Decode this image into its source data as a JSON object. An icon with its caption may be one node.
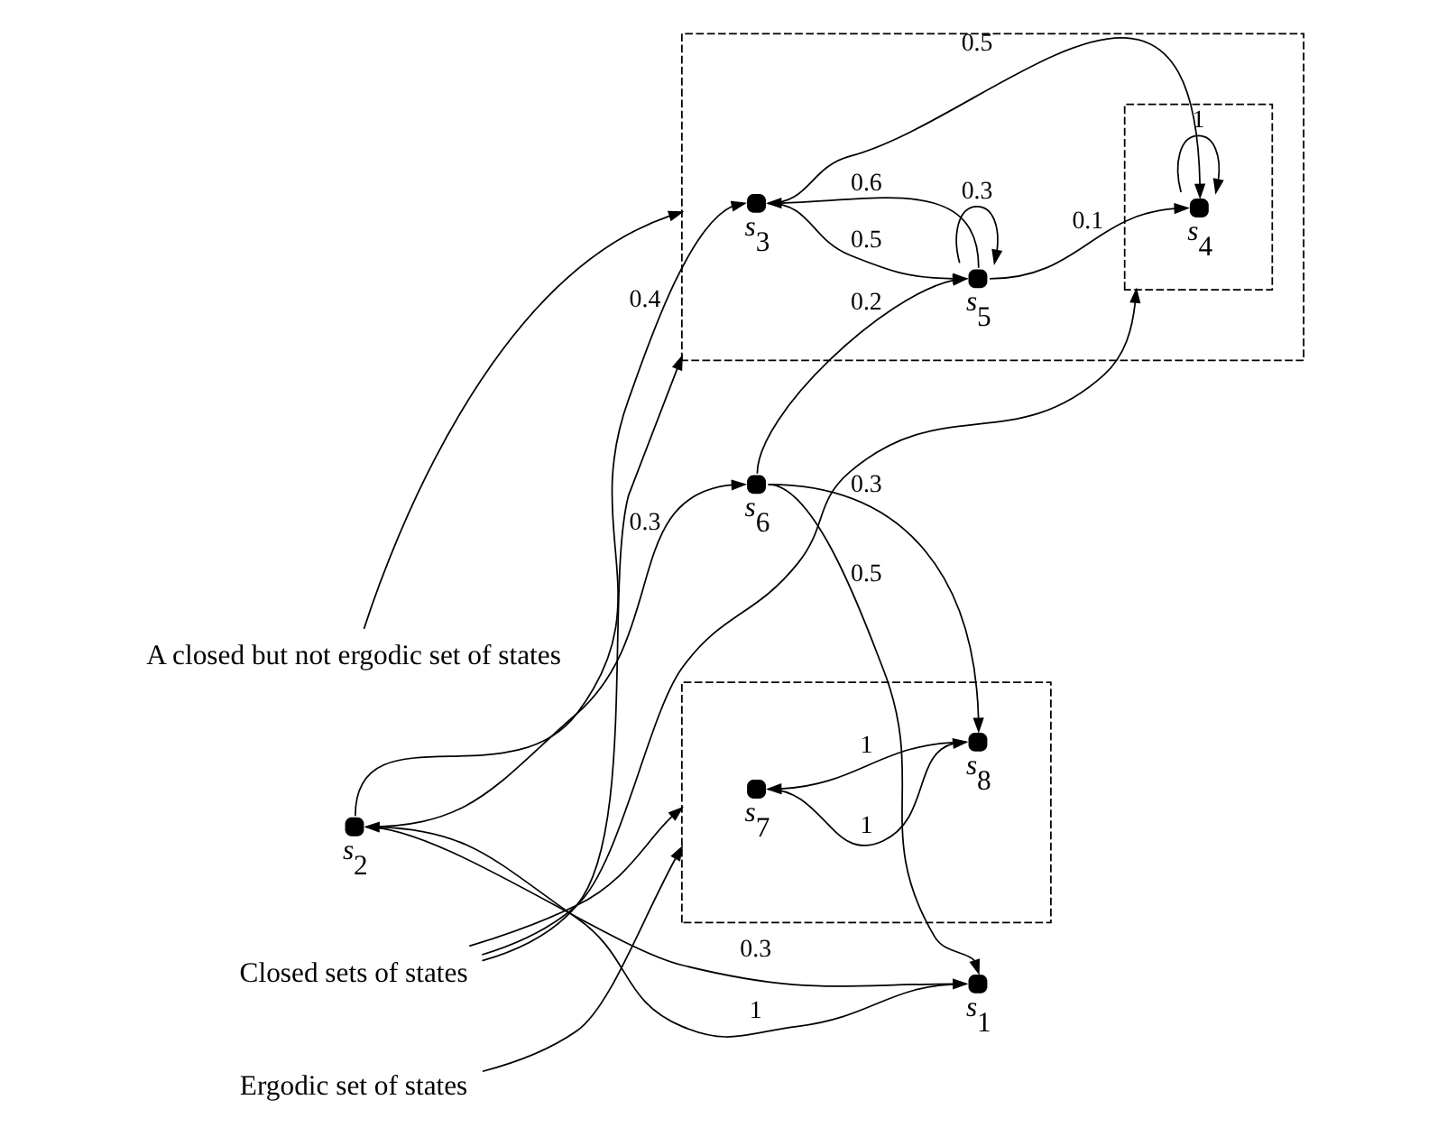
{
  "diagram": {
    "nodes": [
      {
        "text": [
          "A closed but not ergodic set of states"
        ]
      },
      {
        "text": [],
        "shape": "circle",
        "beside": [
          "s$_{2}$"
        ]
      },
      {
        "text": [],
        "shape": "box"
      },
      {
        "text": [],
        "shape": "circle",
        "beside": [
          "s$_{3}$"
        ],
        "in": 2
      },
      {
        "text": [],
        "shape": "box",
        "in": 2
      },
      {
        "text": [],
        "shape": "circle",
        "beside": [
          "s$_{4}$"
        ],
        "in": 4
      },
      {
        "text": [],
        "shape": "circle",
        "beside": [
          "s$_{1}$"
        ]
      },
      {
        "text": [],
        "shape": "circle",
        "beside": [
          "s$_{6}$"
        ]
      },
      {
        "text": [],
        "shape": "circle",
        "beside": [
          "s$_{5}$"
        ],
        "in": 2
      },
      {
        "text": [],
        "shape": "box"
      },
      {
        "text": [],
        "shape": "circle",
        "beside": [
          "s$_{7}$"
        ],
        "in": 9
      },
      {
        "text": [],
        "shape": "circle",
        "beside": [
          "s$_{8}$"
        ],
        "in": 9
      },
      {
        "text": [
          "Closed sets of states"
        ]
      },
      {
        "text": [
          "Ergodic set of states"
        ]
      }
    ],
    "edges": [
      {
        "from": 1,
        "to": 6,
        "arrow": "to",
        "label": "0.3"
      },
      {
        "from": 6,
        "to": 1,
        "arrow": "to",
        "label": "1"
      },
      {
        "from": 1,
        "to": 7,
        "arrow": "to",
        "label": "0.3"
      },
      {
        "from": 7,
        "to": 6,
        "arrow": "to",
        "label": "0.5"
      },
      {
        "from": 1,
        "to": 3,
        "arrow": "to",
        "label": "0.4"
      },
      {
        "from": 7,
        "to": 8,
        "arrow": "to",
        "label": "0.2"
      },
      {
        "from": 7,
        "to": 11,
        "arrow": "to",
        "label": "0.3"
      },
      {
        "from": 3,
        "to": 8,
        "arrow": "to",
        "label": "0.5"
      },
      {
        "from": 8,
        "to": 3,
        "arrow": "to",
        "label": "0.6"
      },
      {
        "from": 3,
        "to": 5,
        "arrow": "to",
        "label": "0.5"
      },
      {
        "from": 8,
        "to": 5,
        "arrow": "to",
        "label": "0.1"
      },
      {
        "from": 8,
        "to": 8,
        "arrow": "to",
        "label": "0.3"
      },
      {
        "from": 5,
        "to": 5,
        "arrow": "to",
        "label": "1"
      },
      {
        "from": 10,
        "to": 11,
        "arrow": "to",
        "label": "1"
      },
      {
        "from": 11,
        "to": 10,
        "arrow": "to",
        "label": "1"
      },
      {
        "from": 0,
        "to": 2,
        "arrow": "to"
      },
      {
        "from": 12,
        "to": 2,
        "arrow": "to"
      },
      {
        "from": 12,
        "to": 4,
        "arrow": "to"
      },
      {
        "from": 12,
        "to": 9,
        "arrow": "to"
      },
      {
        "from": 13,
        "to": 9,
        "arrow": "to"
      }
    ]
  }
}
